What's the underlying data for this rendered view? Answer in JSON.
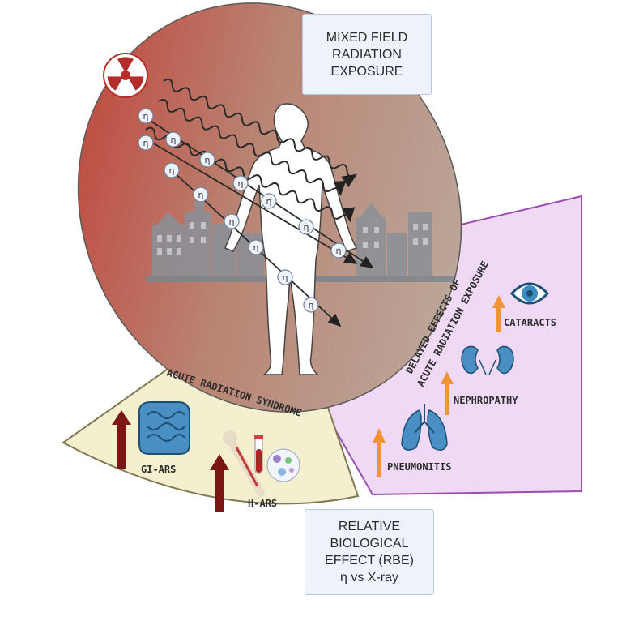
{
  "title_box": {
    "lines": [
      "MIXED FIELD",
      "RADIATION",
      "EXPOSURE"
    ]
  },
  "rbe_box": {
    "lines": [
      "RELATIVE",
      "BIOLOGICAL",
      "EFFECT (RBE)",
      "η vs X-ray"
    ]
  },
  "acute_panel": {
    "title": "ACUTE RADIATION SYNDROME",
    "items": [
      {
        "label": "GI-ARS",
        "icon": "intestines-icon"
      },
      {
        "label": "H-ARS",
        "icon": "bone-marrow-icon"
      }
    ],
    "color": "#f4f0cf"
  },
  "delayed_panel": {
    "title_line1": "DELAYED EFFECTS OF",
    "title_line2": "ACUTE RADIATION EXPOSURE",
    "items": [
      {
        "label": "PNEUMONITIS",
        "icon": "lungs-icon"
      },
      {
        "label": "NEPHROPATHY",
        "icon": "kidneys-icon"
      },
      {
        "label": "CATARACTS",
        "icon": "eye-icon"
      }
    ],
    "color": "#efd9f4"
  },
  "neutron_symbol": "η",
  "colors": {
    "oval_red": "#c2372f",
    "oval_tan": "#b7aa9c",
    "arrow_dark_red": "#7a1616",
    "arrow_orange": "#f29433",
    "box_bg": "#eef3fb"
  }
}
